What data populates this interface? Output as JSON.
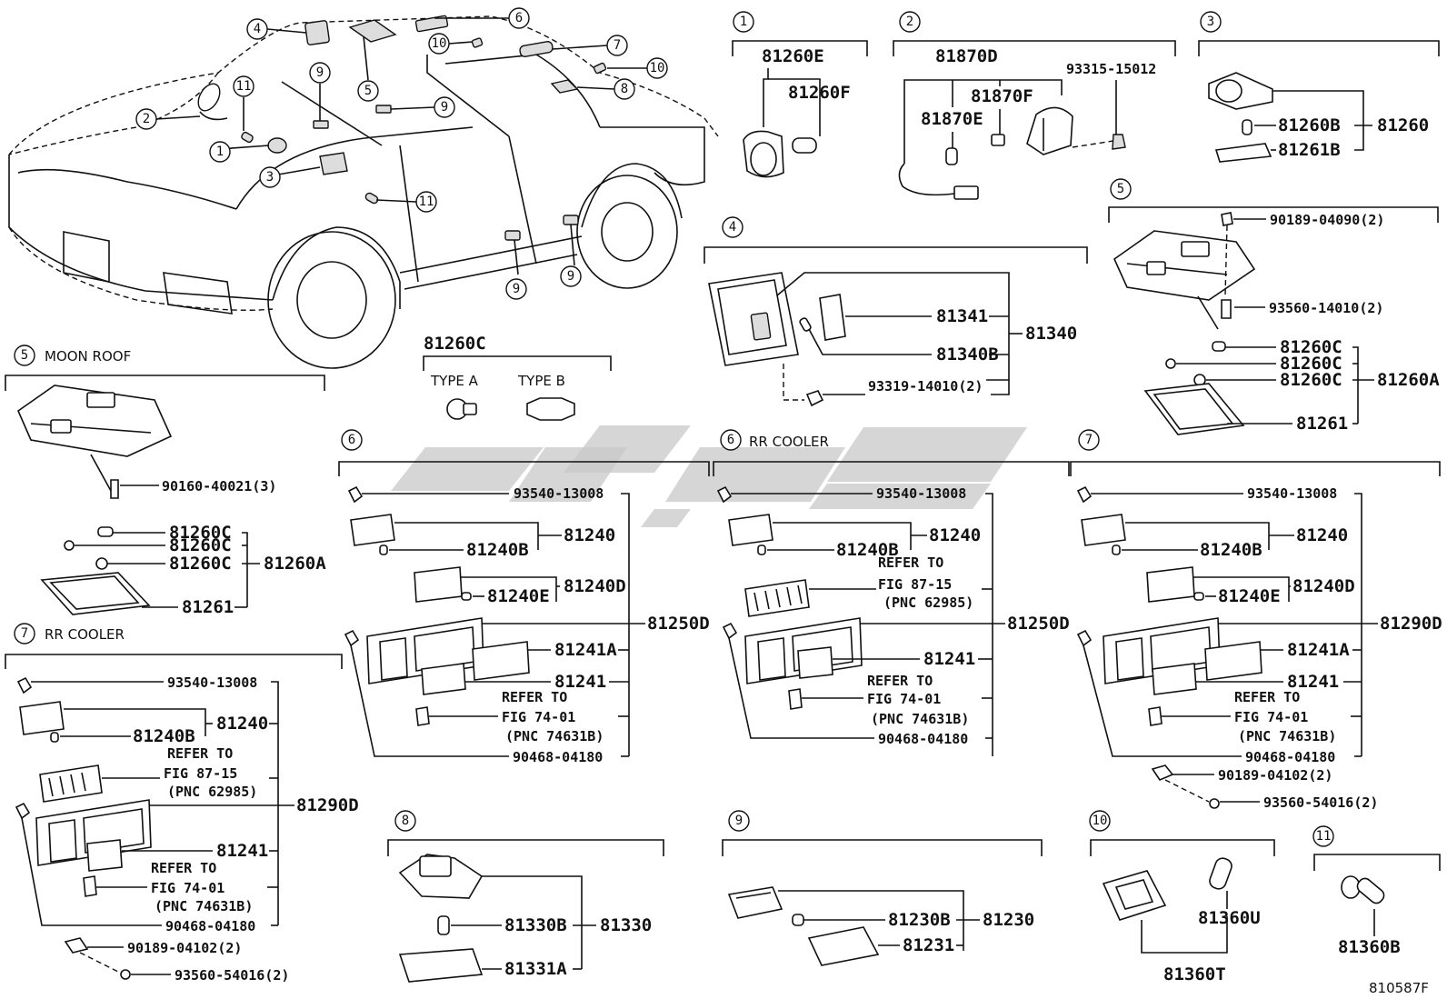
{
  "drawing_id": "810587F",
  "car_callouts": [
    "1",
    "2",
    "3",
    "4",
    "5",
    "6",
    "7",
    "8",
    "9",
    "10",
    "11"
  ],
  "bulb_legend": {
    "part": "81260C",
    "type_a": "TYPE  A",
    "type_b": "TYPE  B"
  },
  "g1": {
    "no": "1",
    "p1": "81260E",
    "p2": "81260F"
  },
  "g2": {
    "no": "2",
    "p1": "81870D",
    "p2": "81870F",
    "p3": "81870E",
    "p4": "93315-15012"
  },
  "g3": {
    "no": "3",
    "p1": "81260B",
    "p2": "81261B",
    "p3": "81260"
  },
  "g4": {
    "no": "4",
    "p1": "81341",
    "p2": "81340B",
    "p3": "81340",
    "p4": "93319-14010(2)"
  },
  "g5r": {
    "no": "5",
    "p1": "90189-04090(2)",
    "p2": "93560-14010(2)",
    "p3": "81260C",
    "p4": "81260C",
    "p5": "81260C",
    "p6": "81260A",
    "p7": "81261"
  },
  "g5m": {
    "no": "5",
    "caption": "MOON ROOF",
    "p1": "90160-40021(3)",
    "p2": "81260C",
    "p3": "81260C",
    "p4": "81260C",
    "p5": "81260A",
    "p6": "81261"
  },
  "g6a": {
    "no": "6",
    "p1": "93540-13008",
    "p2": "81240",
    "p3": "81240B",
    "p4": "81240D",
    "p5": "81240E",
    "p6": "81250D",
    "p7": "81241A",
    "p8": "81241",
    "r1": "REFER TO",
    "r2": "FIG 74-01",
    "r3": "(PNC 74631B)",
    "p9": "90468-04180"
  },
  "g6b": {
    "no": "6",
    "caption": "RR COOLER",
    "p1": "93540-13008",
    "p2": "81240",
    "p3": "81240B",
    "r1": "REFER TO",
    "r2": "FIG 87-15",
    "r3": "(PNC 62985)",
    "p4": "81250D",
    "p5": "81241",
    "r4": "REFER TO",
    "r5": "FIG 74-01",
    "r6": "(PNC 74631B)",
    "p6": "90468-04180"
  },
  "g7a": {
    "no": "7",
    "p1": "93540-13008",
    "p2": "81240",
    "p3": "81240B",
    "p4": "81240D",
    "p5": "81240E",
    "p6": "81290D",
    "p7": "81241A",
    "p8": "81241",
    "r1": "REFER TO",
    "r2": "FIG 74-01",
    "r3": "(PNC 74631B)",
    "p9": "90468-04180",
    "p10": "90189-04102(2)",
    "p11": "93560-54016(2)"
  },
  "g7b": {
    "no": "7",
    "caption": "RR COOLER",
    "p1": "93540-13008",
    "p2": "81240",
    "p3": "81240B",
    "r1": "REFER TO",
    "r2": "FIG 87-15",
    "r3": "(PNC 62985)",
    "p4": "81290D",
    "p5": "81241",
    "r4": "REFER TO",
    "r5": "FIG 74-01",
    "r6": "(PNC 74631B)",
    "p6": "90468-04180",
    "p7": "90189-04102(2)",
    "p8": "93560-54016(2)"
  },
  "g8": {
    "no": "8",
    "p1": "81330B",
    "p2": "81330",
    "p3": "81331A"
  },
  "g9": {
    "no": "9",
    "p1": "81230B",
    "p2": "81230",
    "p3": "81231"
  },
  "g10": {
    "no": "10",
    "p1": "81360U",
    "p2": "81360T"
  },
  "g11": {
    "no": "11",
    "p1": "81360B"
  }
}
